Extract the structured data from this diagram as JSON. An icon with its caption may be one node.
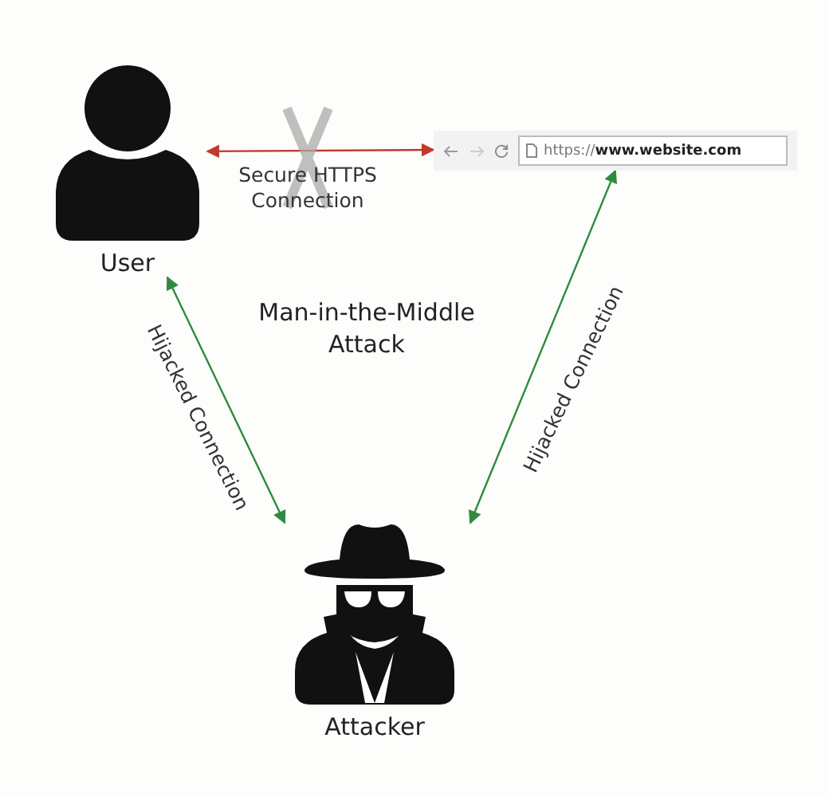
{
  "diagram": {
    "title": "Man-in-the-Middle Attack",
    "nodes": [
      {
        "text": [
          "User"
        ]
      },
      {
        "text": [
          "https://**www.website.com**"
        ]
      },
      {
        "text": [
          "Attacker"
        ]
      }
    ],
    "edges": [
      {
        "from": 0,
        "to": 1,
        "arrow": "both",
        "label": "Secure HTTPS Connection",
        "color": "#c0392b"
      },
      {
        "from": 0,
        "to": 2,
        "arrow": "both",
        "label": "Hijacked Connection"
      },
      {
        "from": 1,
        "to": 2,
        "arrow": "both",
        "label": "Hijacked Connection"
      }
    ]
  }
}
